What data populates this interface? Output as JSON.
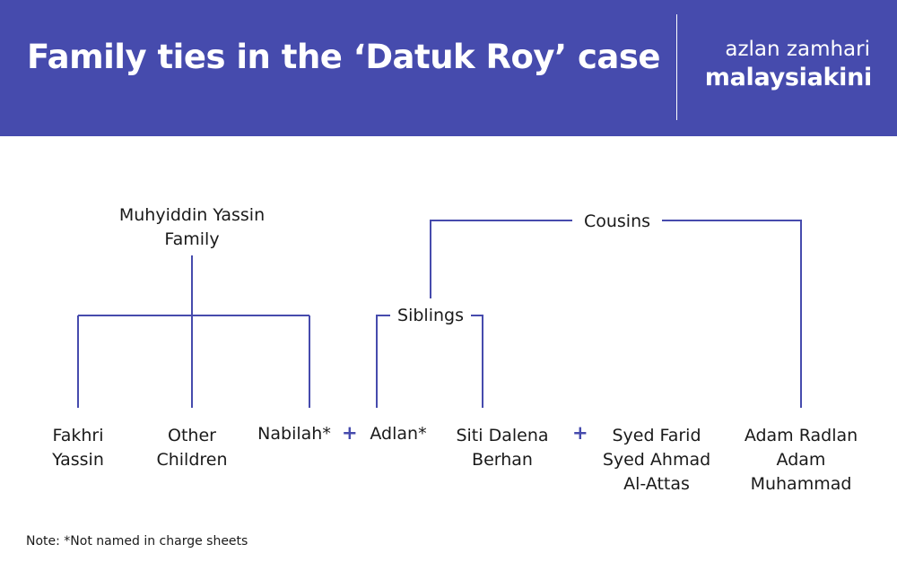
{
  "header": {
    "title": "Family ties in the ‘Datuk Roy’ case",
    "credit_name": "azlan zamhari",
    "credit_outlet": "malaysiakini"
  },
  "diagram": {
    "root": [
      "Muhyiddin Yassin",
      "Family"
    ],
    "relation_siblings": "Siblings",
    "relation_cousins": "Cousins",
    "people": {
      "fakhri": [
        "Fakhri",
        "Yassin"
      ],
      "other_children": [
        "Other",
        "Children"
      ],
      "nabilah": "Nabilah*",
      "adlan": "Adlan*",
      "siti": [
        "Siti Dalena",
        "Berhan"
      ],
      "syed": [
        "Syed Farid",
        "Syed Ahmad",
        "Al-Attas"
      ],
      "adam": [
        "Adam Radlan",
        "Adam",
        "Muhammad"
      ]
    },
    "marriage_symbol": "+",
    "line_color": "#464bad"
  },
  "note": "Note: *Not named in charge sheets"
}
